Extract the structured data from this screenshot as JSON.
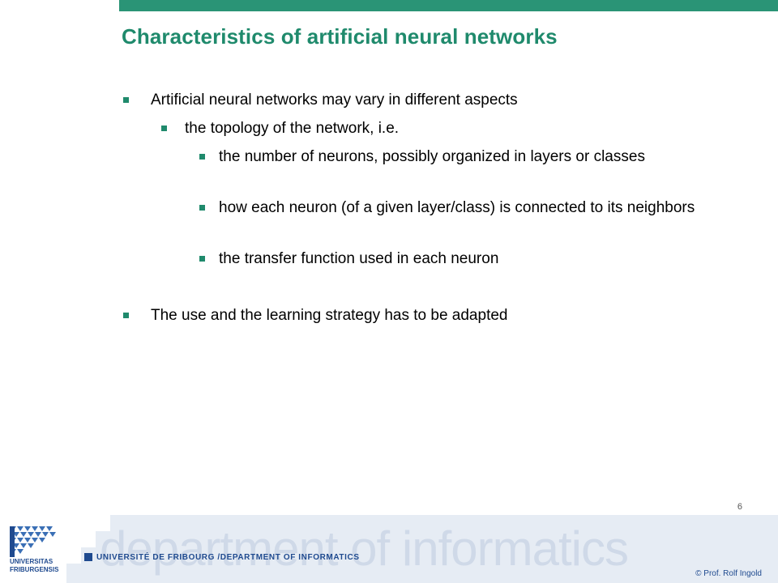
{
  "slide": {
    "title": "Characteristics of artificial neural networks",
    "bullets": [
      {
        "level": 1,
        "text": "Artificial neural networks may vary in different aspects"
      },
      {
        "level": 2,
        "text": "the topology of the network, i.e."
      },
      {
        "level": 3,
        "text": "the number of neurons, possibly organized in layers or classes"
      },
      {
        "level": 3,
        "text": "how each neuron (of a given layer/class) is connected to its neighbors"
      },
      {
        "level": 3,
        "text": "the transfer function used in each neuron"
      },
      {
        "level": 1,
        "text": "The use and the learning strategy has to be adapted"
      }
    ],
    "page_number": "6"
  },
  "footer": {
    "department": "department of informatics",
    "university_line": "UNIVERSITÉ DE FRIBOURG /DEPARTMENT OF INFORMATICS",
    "logo_text_line1": "UNIVERSITAS",
    "logo_text_line2": "FRIBURGENSIS",
    "copyright": "© Prof. Rolf Ingold"
  },
  "colors": {
    "accent_green": "#1f8a6c",
    "top_bar": "#2a9476",
    "footer_blue": "#1f4a8f",
    "footer_light": "#e6ecf4"
  }
}
